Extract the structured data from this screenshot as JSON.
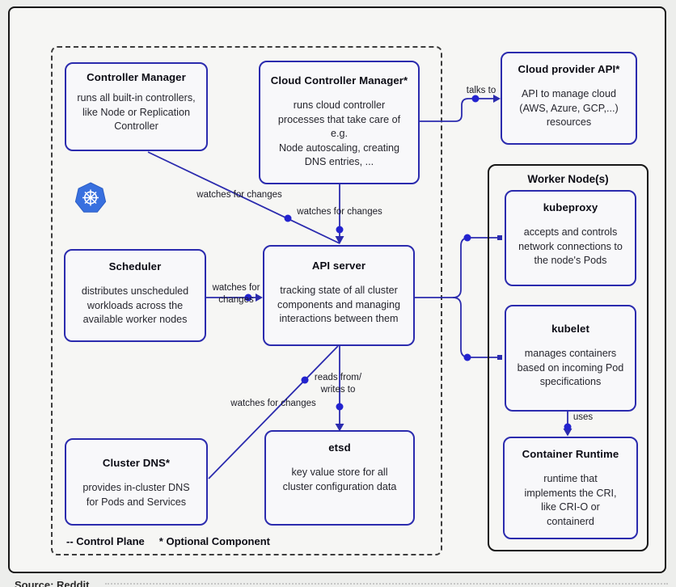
{
  "diagram": {
    "source_caption": "Source: Reddit",
    "legend": {
      "control_plane": "-- Control Plane",
      "optional_component": "* Optional Component"
    },
    "groups": {
      "worker_node": {
        "title": "Worker Node(s)"
      }
    },
    "nodes": {
      "controller_manager": {
        "title": "Controller Manager",
        "body": "runs all built-in controllers,\nlike Node or Replication\nController"
      },
      "cloud_controller_manager": {
        "title": "Cloud Controller Manager*",
        "body": "runs cloud controller\nprocesses that take care of\ne.g.\nNode autoscaling, creating\nDNS entries, ..."
      },
      "cloud_provider_api": {
        "title": "Cloud provider API*",
        "body": "API to manage cloud\n(AWS, Azure, GCP,...)\nresources"
      },
      "scheduler": {
        "title": "Scheduler",
        "body": "distributes unscheduled\nworkloads across the\navailable worker nodes"
      },
      "api_server": {
        "title": "API server",
        "body": "tracking state of all cluster\ncomponents and managing\ninteractions between them"
      },
      "cluster_dns": {
        "title": "Cluster DNS*",
        "body": "provides in-cluster DNS\nfor Pods and Services"
      },
      "etsd": {
        "title": "etsd",
        "body": "key value store for all\ncluster configuration data"
      },
      "kubeproxy": {
        "title": "kubeproxy",
        "body": "accepts and controls\nnetwork connections to\nthe node's Pods"
      },
      "kubelet": {
        "title": "kubelet",
        "body": "manages containers\nbased on incoming Pod\nspecifications"
      },
      "container_runtime": {
        "title": "Container Runtime",
        "body": "runtime that\nimplements the CRI,\nlike CRI-O or\ncontainerd"
      }
    },
    "edge_labels": {
      "cm_watches": "watches for changes",
      "ccm_watches": "watches for changes",
      "talks_to": "talks to",
      "scheduler_watches": "watches for\nchanges",
      "reads_writes": "reads from/\nwrites to",
      "dns_watches": "watches for changes",
      "uses": "uses"
    },
    "colors": {
      "edge_line": "#2b2bae",
      "edge_dot": "#2323cf",
      "node_border": "#2b2bae",
      "node_bg": "#f8f8fa",
      "panel_bg": "#f6f6f4",
      "frame_border": "#161616",
      "kubernetes_blue": "#3870df"
    }
  }
}
